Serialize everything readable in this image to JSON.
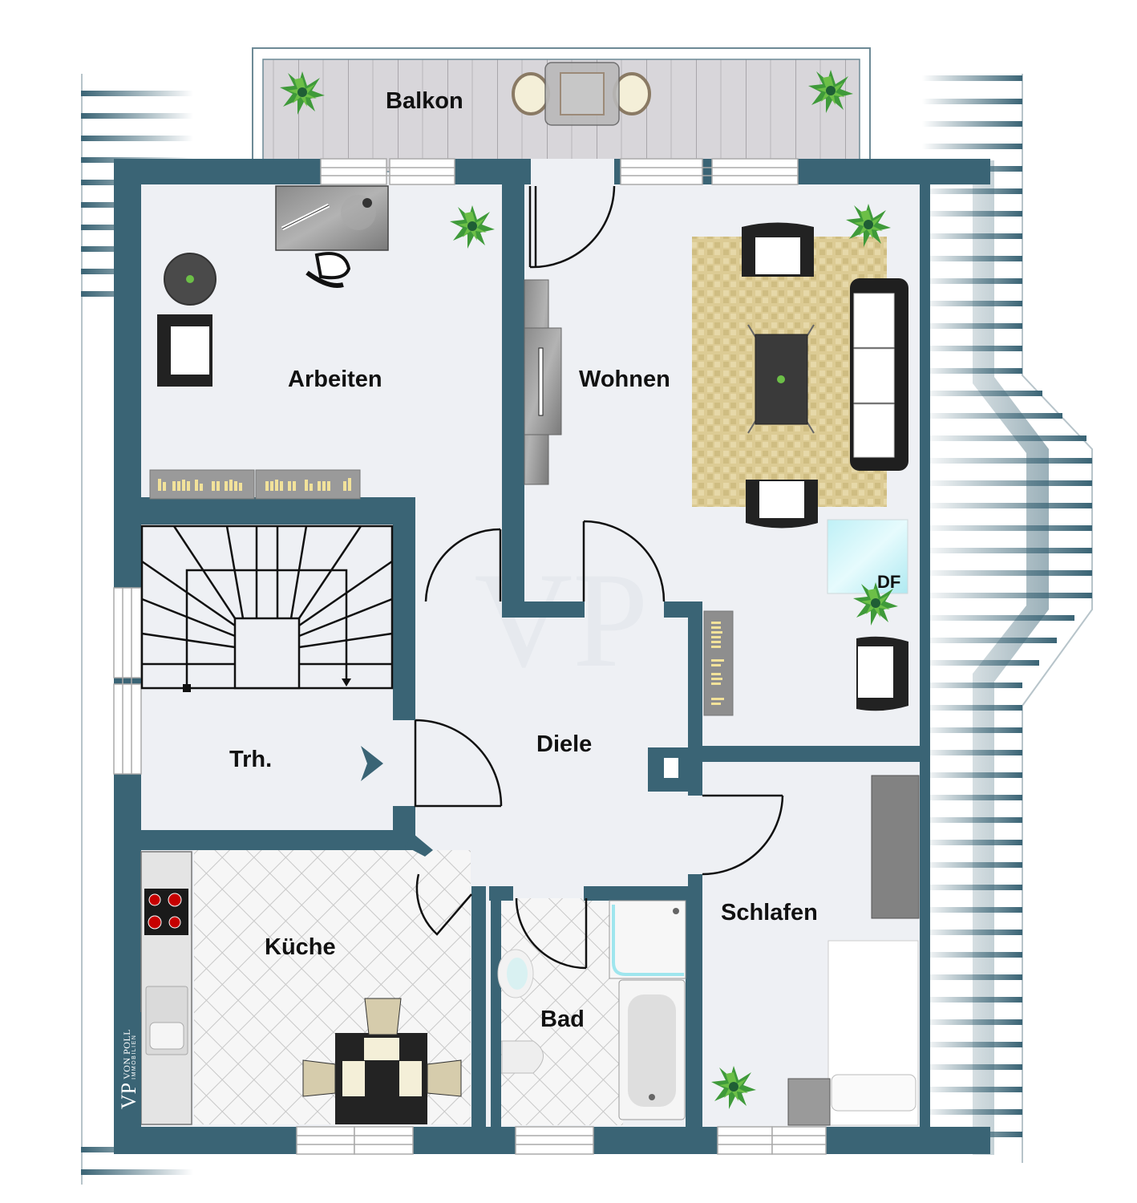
{
  "colors": {
    "wall": "#3a6475",
    "floor": "#eef0f4",
    "balcony_deck": "#d6d4d8",
    "tile_floor": "#f4f4f4",
    "rug": "#d9c891",
    "window": "#ffffff",
    "skylight": "#c9f3f7",
    "plant": "#3f9a3a",
    "furniture_dark": "#2a2a2a",
    "label": "#111111"
  },
  "rooms": [
    {
      "id": "balkon",
      "label": "Balkon"
    },
    {
      "id": "arbeiten",
      "label": "Arbeiten"
    },
    {
      "id": "wohnen",
      "label": "Wohnen"
    },
    {
      "id": "trh",
      "label": "Trh."
    },
    {
      "id": "diele",
      "label": "Diele"
    },
    {
      "id": "kueche",
      "label": "Küche"
    },
    {
      "id": "bad",
      "label": "Bad"
    },
    {
      "id": "schlafen",
      "label": "Schlafen"
    }
  ],
  "annotations": {
    "skylight": "DF"
  },
  "logo": {
    "monogram": "VP",
    "name": "VON POLL",
    "subtitle": "IMMOBILIEN",
    "registered": "®"
  }
}
